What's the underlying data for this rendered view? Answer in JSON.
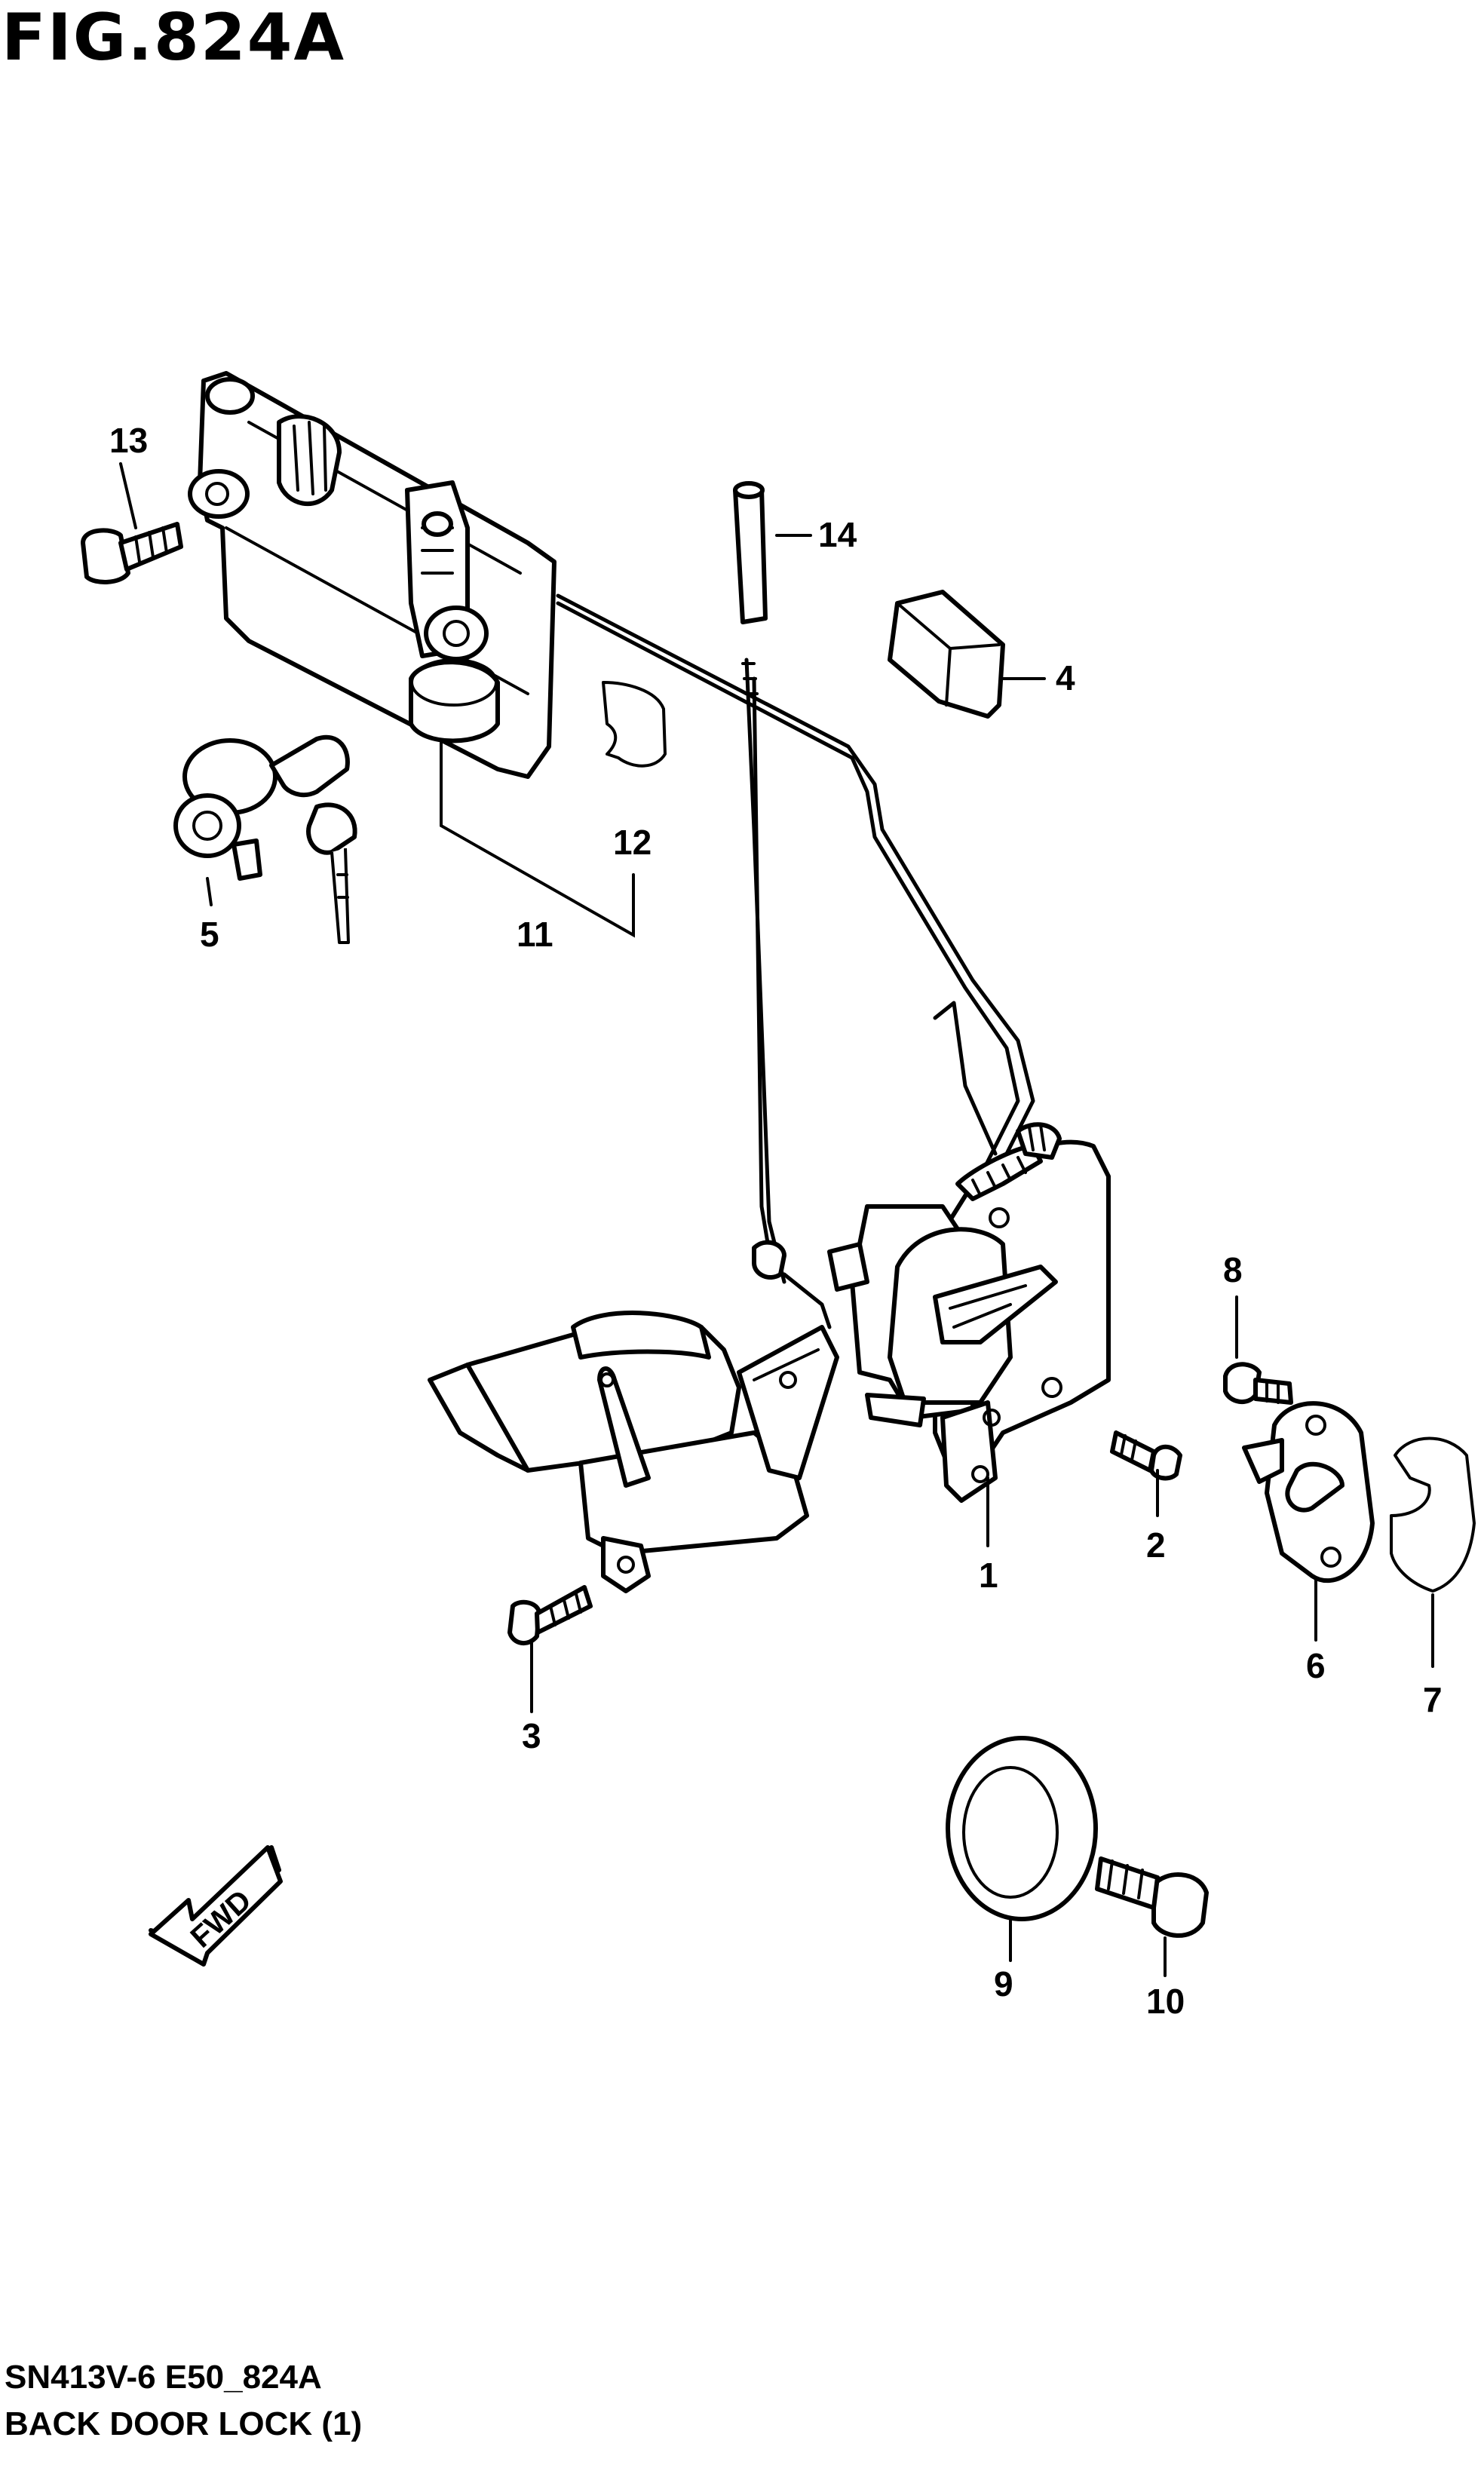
{
  "figure": {
    "title": "FIG.824A",
    "model_code": "SN413V-6 E50_824A",
    "caption": "BACK DOOR LOCK (1)"
  },
  "fwd_arrow": {
    "label": "FWD"
  },
  "callouts": [
    "1",
    "2",
    "3",
    "4",
    "5",
    "6",
    "7",
    "8",
    "9",
    "10",
    "11",
    "12",
    "13",
    "14"
  ]
}
